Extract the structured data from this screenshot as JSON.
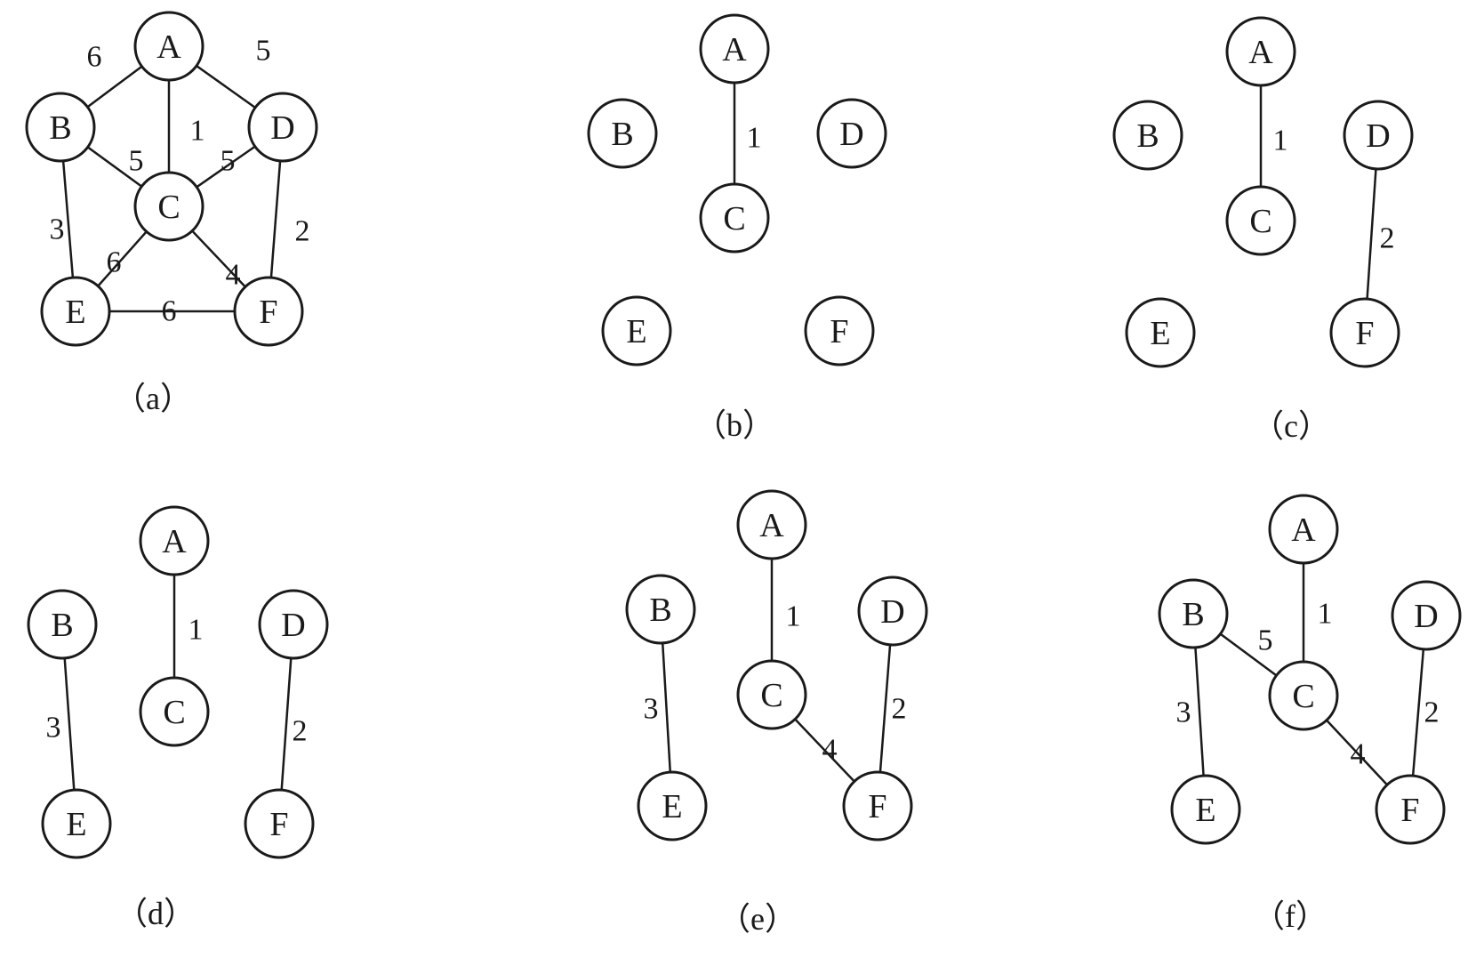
{
  "diagrams": [
    {
      "caption": "（a）",
      "nodes": [
        "A",
        "B",
        "C",
        "D",
        "E",
        "F"
      ],
      "edges": [
        {
          "from": "A",
          "to": "B",
          "weight": "6"
        },
        {
          "from": "A",
          "to": "D",
          "weight": "5"
        },
        {
          "from": "A",
          "to": "C",
          "weight": "1"
        },
        {
          "from": "B",
          "to": "C",
          "weight": "5"
        },
        {
          "from": "D",
          "to": "C",
          "weight": "5"
        },
        {
          "from": "B",
          "to": "E",
          "weight": "3"
        },
        {
          "from": "D",
          "to": "F",
          "weight": "2"
        },
        {
          "from": "C",
          "to": "E",
          "weight": "6"
        },
        {
          "from": "C",
          "to": "F",
          "weight": "4"
        },
        {
          "from": "E",
          "to": "F",
          "weight": "6"
        }
      ]
    },
    {
      "caption": "（b）",
      "nodes": [
        "A",
        "B",
        "C",
        "D",
        "E",
        "F"
      ],
      "edges": [
        {
          "from": "A",
          "to": "C",
          "weight": "1"
        }
      ]
    },
    {
      "caption": "（c）",
      "nodes": [
        "A",
        "B",
        "C",
        "D",
        "E",
        "F"
      ],
      "edges": [
        {
          "from": "A",
          "to": "C",
          "weight": "1"
        },
        {
          "from": "D",
          "to": "F",
          "weight": "2"
        }
      ]
    },
    {
      "caption": "（d）",
      "nodes": [
        "A",
        "B",
        "C",
        "D",
        "E",
        "F"
      ],
      "edges": [
        {
          "from": "A",
          "to": "C",
          "weight": "1"
        },
        {
          "from": "B",
          "to": "E",
          "weight": "3"
        },
        {
          "from": "D",
          "to": "F",
          "weight": "2"
        }
      ]
    },
    {
      "caption": "（e）",
      "nodes": [
        "A",
        "B",
        "C",
        "D",
        "E",
        "F"
      ],
      "edges": [
        {
          "from": "A",
          "to": "C",
          "weight": "1"
        },
        {
          "from": "B",
          "to": "E",
          "weight": "3"
        },
        {
          "from": "D",
          "to": "F",
          "weight": "2"
        },
        {
          "from": "C",
          "to": "F",
          "weight": "4"
        }
      ]
    },
    {
      "caption": "（f）",
      "nodes": [
        "A",
        "B",
        "C",
        "D",
        "E",
        "F"
      ],
      "edges": [
        {
          "from": "A",
          "to": "C",
          "weight": "1"
        },
        {
          "from": "B",
          "to": "E",
          "weight": "3"
        },
        {
          "from": "D",
          "to": "F",
          "weight": "2"
        },
        {
          "from": "C",
          "to": "F",
          "weight": "4"
        },
        {
          "from": "B",
          "to": "C",
          "weight": "5"
        }
      ]
    }
  ]
}
